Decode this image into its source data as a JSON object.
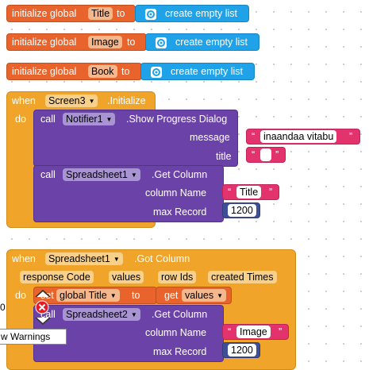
{
  "globals": [
    {
      "prefix": "initialize global",
      "name": "Title",
      "to": "to",
      "value": "create empty list"
    },
    {
      "prefix": "initialize global",
      "name": "Image",
      "to": "to",
      "value": "create empty list"
    },
    {
      "prefix": "initialize global",
      "name": "Book",
      "to": "to",
      "value": "create empty list"
    }
  ],
  "event1": {
    "when": "when",
    "component": "Screen3",
    "event": ".Initialize",
    "do": "do",
    "call1": {
      "call": "call",
      "component": "Notifier1",
      "method": ".Show Progress Dialog",
      "param1": "message",
      "value1": "inaandaa vitabu",
      "param2": "title",
      "value2": ""
    },
    "call2": {
      "call": "call",
      "component": "Spreadsheet1",
      "method": ".Get Column",
      "param1": "column Name",
      "value1": "Title",
      "param2": "max Record",
      "value2": "1200"
    }
  },
  "event2": {
    "when": "when",
    "component": "Spreadsheet1",
    "event": ".Got Column",
    "params": [
      "response Code",
      "values",
      "row Ids",
      "created Times"
    ],
    "do": "do",
    "set": {
      "label": "set",
      "var": "global Title",
      "to": "to",
      "get": "get",
      "getvar": "values"
    },
    "call": {
      "call": "call",
      "component": "Spreadsheet2",
      "method": ".Get Column",
      "param1": "column Name",
      "value1": "Image",
      "param2": "max Record",
      "value2": "1200"
    }
  },
  "overlay": {
    "warnings_label": "w Warnings",
    "zero_label": "0"
  },
  "colors": {
    "variables": "#e8642c",
    "lists": "#1fa2e8",
    "control": "#f1a42a",
    "component": "#6b43a8",
    "text": "#e3336c",
    "math": "#3d4f96"
  }
}
